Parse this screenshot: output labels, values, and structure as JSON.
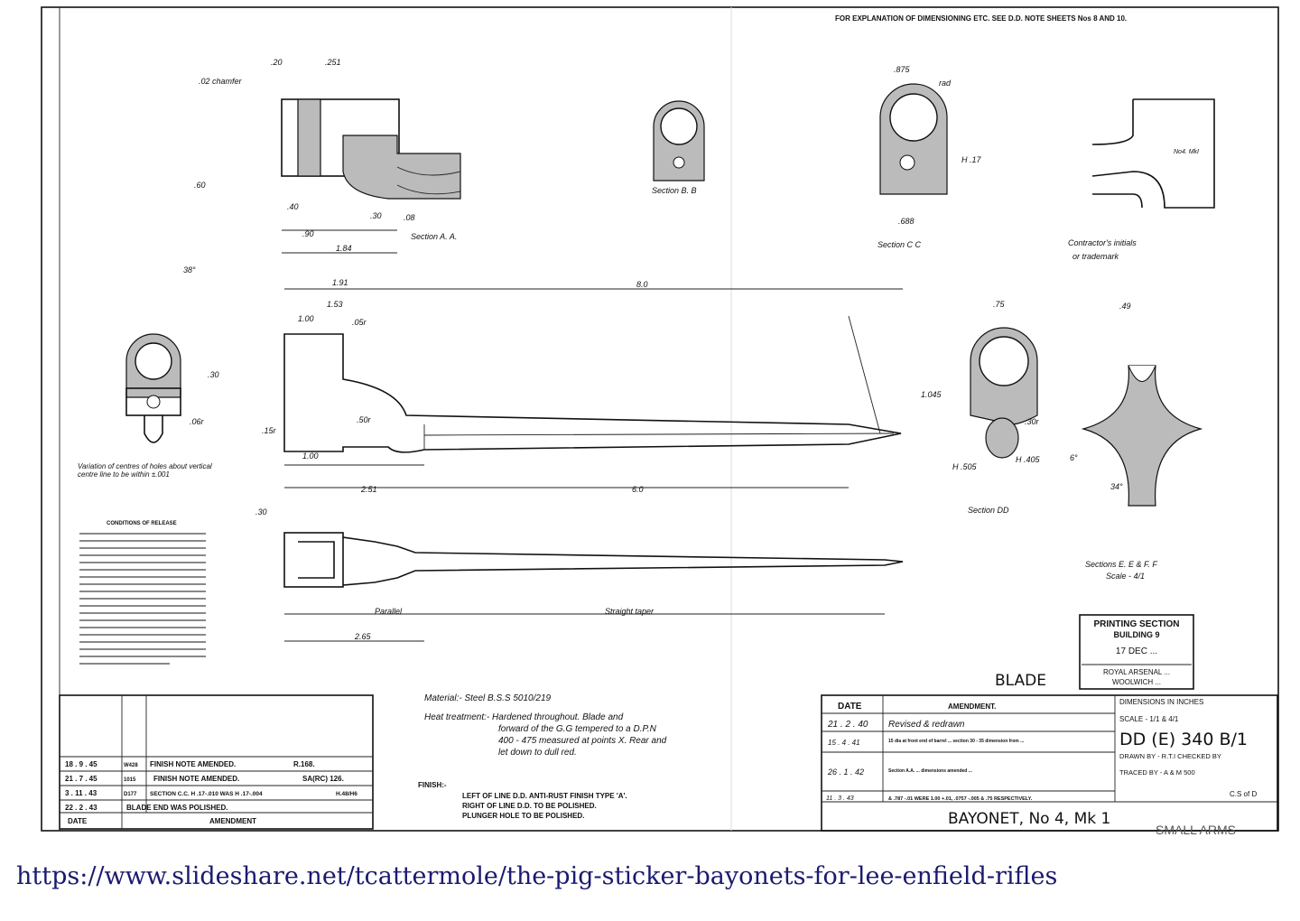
{
  "header_note": "FOR EXPLANATION OF DIMENSIONING ETC. SEE D.D. NOTE SHEETS Nos 8 AND 10.",
  "sections": {
    "aa": "Section A. A.",
    "bb": "Section B. B",
    "cc": "Section C C",
    "dd": "Section DD",
    "ef": "Sections E. E & F. F",
    "ef_scale": "Scale - 4/1",
    "contractor": "Contractor's initials",
    "contractor2": "or trademark",
    "mark": "No4. MkI"
  },
  "dimensions": {
    "chamfer": ".02 chamfer",
    "d20": ".20",
    "d251": ".251",
    "d40": ".40",
    "d90": ".90",
    "d184": "1.84",
    "d30": ".30",
    "d08": ".08",
    "d60": ".60",
    "d875": ".875",
    "rad": "rad",
    "d688": ".688",
    "h17": "H .17",
    "d38deg": "38°",
    "d191": "1.91",
    "d153": "1.53",
    "d100": "1.00",
    "d100b": "1.00",
    "d80": "8.0",
    "d60b": "6.0",
    "d251b": "2.51",
    "d05r": ".05r",
    "d50r": ".50r",
    "d15r": ".15r",
    "d045": "1.045",
    "d75": ".75",
    "d505": "H .505",
    "d405": "H .405",
    "d30r": ".30r",
    "d49": ".49",
    "d265": "2.65",
    "d30c": ".30",
    "d06r": ".06r",
    "d6deg": "6°",
    "d34deg": "34°",
    "parallel": "Parallel",
    "straight_taper": "Straight taper",
    "variation": "Variation of centres of holes about vertical centre line to be within ±.001"
  },
  "conditions_title": "CONDITIONS OF RELEASE",
  "notes": {
    "material": "Material:- Steel B.S.S 5010/219",
    "heat_1": "Heat treatment:- Hardened throughout. Blade and",
    "heat_2": "forward of the G.G tempered to a D.P.N",
    "heat_3": "400 - 475 measured at points X. Rear and",
    "heat_4": "let down to dull red.",
    "finish_label": "FINISH:-",
    "finish_1": "LEFT OF LINE D.D. ANTI-RUST FINISH TYPE 'A'.",
    "finish_2": "RIGHT OF LINE D.D. TO BE POLISHED.",
    "finish_3": "PLUNGER HOLE TO BE POLISHED."
  },
  "left_amendments": {
    "header_date": "DATE",
    "header_amend": "AMENDMENT",
    "rows": [
      {
        "date": "18 . 9 . 45",
        "ref": "W428",
        "text": "FINISH NOTE AMENDED.",
        "extra": "R.168."
      },
      {
        "date": "21 . 7 . 45",
        "ref": "1015",
        "text": "FINISH NOTE AMENDED.",
        "extra": "SA(RC) 126."
      },
      {
        "date": "3 . 11 . 43",
        "ref": "D177",
        "text": "SECTION C.C. H .17-.010 WAS H .17-.004",
        "extra": "H.48/H6"
      },
      {
        "date": "22 . 2 . 43",
        "ref": "",
        "text": "BLADE END WAS POLISHED.",
        "extra": ""
      }
    ]
  },
  "stamp": {
    "line1": "PRINTING SECTION",
    "line2": "BUILDING 9",
    "line3": "17 DEC ...",
    "line4": "ROYAL ARSENAL ...",
    "line5": "WOOLWICH ..."
  },
  "blade_label": "BLADE",
  "right_amendments": {
    "header_date": "DATE",
    "header_amend": "AMENDMENT.",
    "rows": [
      {
        "date": "21 . 2 . 40",
        "text": "Revised & redrawn"
      },
      {
        "date": "15 . 4 . 41",
        "text": "15 dia at front end of barrel ... section 30 - 35 dimension from ..."
      },
      {
        "date": "26 . 1 . 42",
        "text": "Section A.A. ... dimensions amended ..."
      },
      {
        "date": "11 . 3 . 43",
        "text": "& .787 -.01 WERE 1.00 +.01, .0757 -.005 & .75 RESPECTIVELY."
      }
    ]
  },
  "title_block": {
    "dims": "DIMENSIONS IN INCHES",
    "scale": "SCALE - 1/1 & 4/1",
    "drawing_no": "DD (E) 340 B/1",
    "drawn": "DRAWN BY - R.T.I  CHECKED BY",
    "traced": "TRACED BY - A & M 500",
    "signoff": "C.S of D",
    "title": "BAYONET, No 4, Mk 1",
    "stamp2": "SMALL ARMS"
  },
  "source_url": "https://www.slideshare.net/tcattermole/the-pig-sticker-bayonets-for-lee-enfield-rifles"
}
